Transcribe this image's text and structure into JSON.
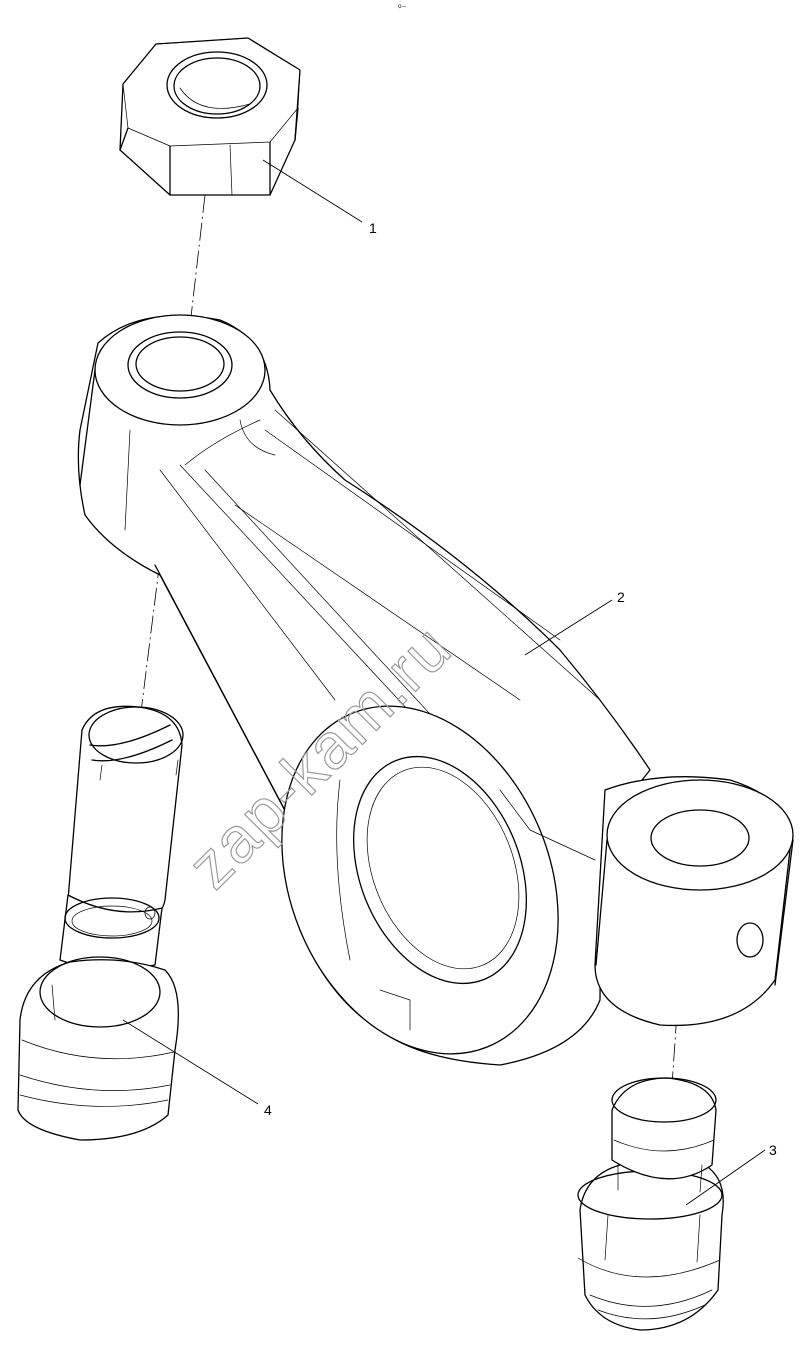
{
  "diagram": {
    "top_marks": "⁰⁻",
    "callouts": [
      {
        "id": "callout-1",
        "label": "1"
      },
      {
        "id": "callout-2",
        "label": "2"
      },
      {
        "id": "callout-3",
        "label": "3"
      },
      {
        "id": "callout-4",
        "label": "4"
      }
    ],
    "watermark": "zap-kam.ru",
    "colors": {
      "line": "#000000",
      "background": "#ffffff",
      "watermark": "#9a9a9a"
    }
  }
}
